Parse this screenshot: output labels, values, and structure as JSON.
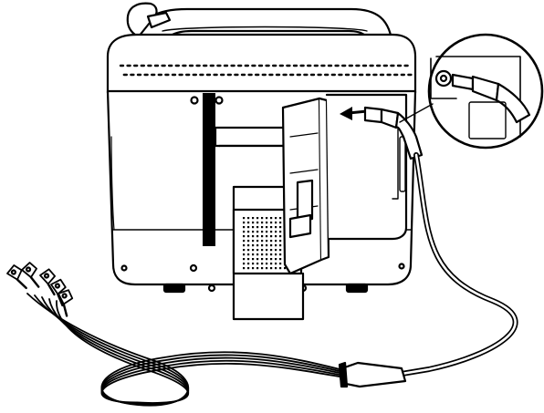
{
  "figure": {
    "subject": "device-rear-view-with-patient-cable",
    "ink_color": "#000000",
    "paper_color": "#ffffff",
    "callout": "magnified-connector-detail",
    "arrow": "insert-direction",
    "lead_count": 5
  }
}
